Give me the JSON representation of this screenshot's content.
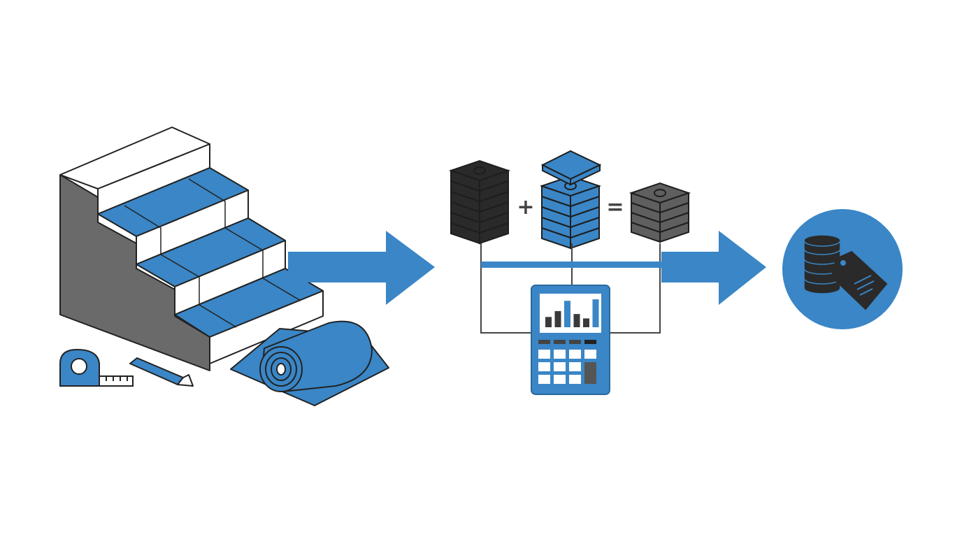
{
  "colors": {
    "accent_blue": "#3a86c6",
    "dark_gray": "#6a6a6a",
    "ink": "#222222",
    "paper": "#ffffff",
    "mid_gray": "#5f5f5f"
  },
  "operators": {
    "plus": "+",
    "equals": "="
  },
  "icons": [
    "staircase-icon",
    "carpet-roll-icon",
    "tape-measure-icon",
    "utility-knife-icon",
    "material-cost-stack-icon",
    "labor-cost-stack-icon",
    "total-cost-stack-icon",
    "calculator-icon",
    "price-coins-tag-icon"
  ],
  "calculator": {
    "bar_levels": [
      0.35,
      0.55,
      0.9,
      0.45,
      0.3,
      0.95
    ]
  }
}
